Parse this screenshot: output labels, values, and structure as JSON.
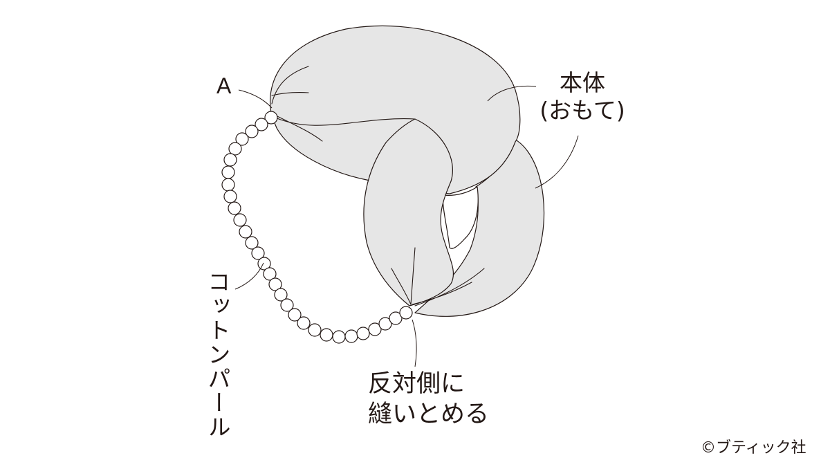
{
  "labels": {
    "point_a": "A",
    "body_line1": "本体",
    "body_line2": "(おもて)",
    "cotton_pearl": "コットンパール",
    "sew_line1": "反対側に",
    "sew_line2": "縫いとめる",
    "copyright": "©ブティック社"
  },
  "colors": {
    "fabric_fill": "#e6e6e6",
    "outline": "#231815",
    "pearl_fill": "#ffffff"
  }
}
